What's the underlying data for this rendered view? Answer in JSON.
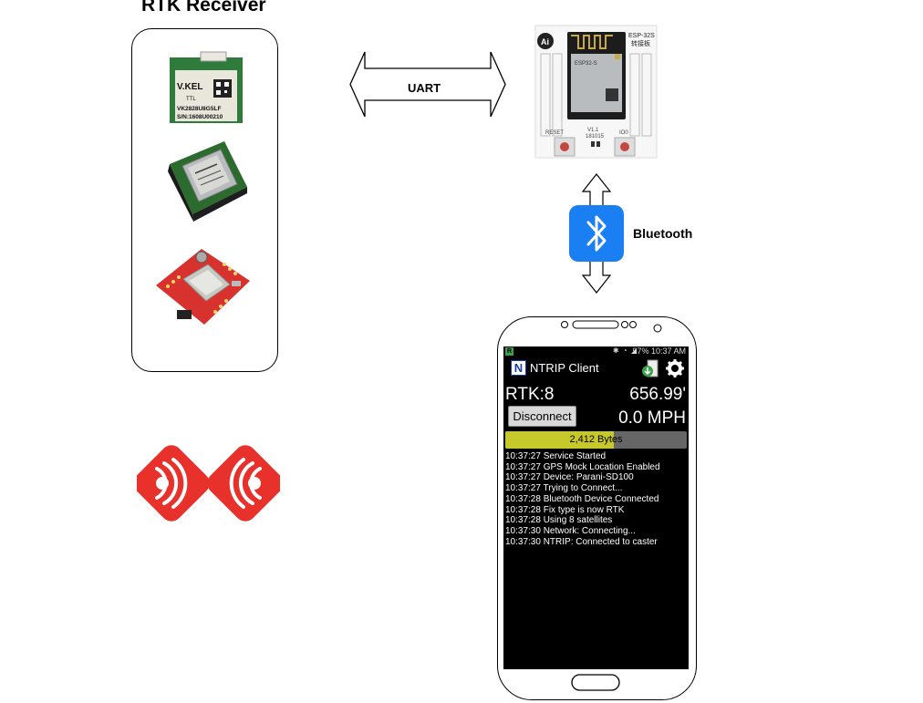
{
  "rtk_receiver": {
    "title": "RTK Receiver",
    "module1": {
      "brand": "V.KEL",
      "ttl": "TTL",
      "model": "VK2828U8G5LF",
      "serial": "S/N:1608U00210"
    }
  },
  "links": {
    "uart": "UART",
    "bluetooth": "Bluetooth"
  },
  "esp_board": {
    "label": "ESP-32S",
    "sublabel": "转接板",
    "reset": "RESET",
    "io0": "IO0",
    "version": "V1.1",
    "date": "181015"
  },
  "phone": {
    "status_time": "97% 10:37 AM",
    "app_logo": "N",
    "app_title": "NTRIP Client",
    "rtk": "RTK:8",
    "altitude": "656.99'",
    "disconnect_label": "Disconnect",
    "speed": "0.0 MPH",
    "progress_label": "2,412 Bytes",
    "progress_fraction": 0.6,
    "log": [
      "10:37:27 Service Started",
      "10:37:27 GPS Mock Location Enabled",
      "10:37:27 Device: Parani-SD100",
      "10:37:27 Trying to Connect...",
      "10:37:28 Bluetooth Device Connected",
      "10:37:28 Fix type is now RTK",
      "10:37:28 Using 8 satellites",
      "10:37:30 Network: Connecting...",
      "10:37:30 NTRIP: Connected to caster"
    ]
  },
  "colors": {
    "espressif_red": "#e8312b",
    "bluetooth_blue": "#1a7ff2",
    "pcb_red": "#d8322f",
    "pcb_green": "#2c7a3a"
  },
  "icons": [
    "bluetooth-icon",
    "espressif-logo",
    "settings-gear-icon",
    "download-icon"
  ]
}
